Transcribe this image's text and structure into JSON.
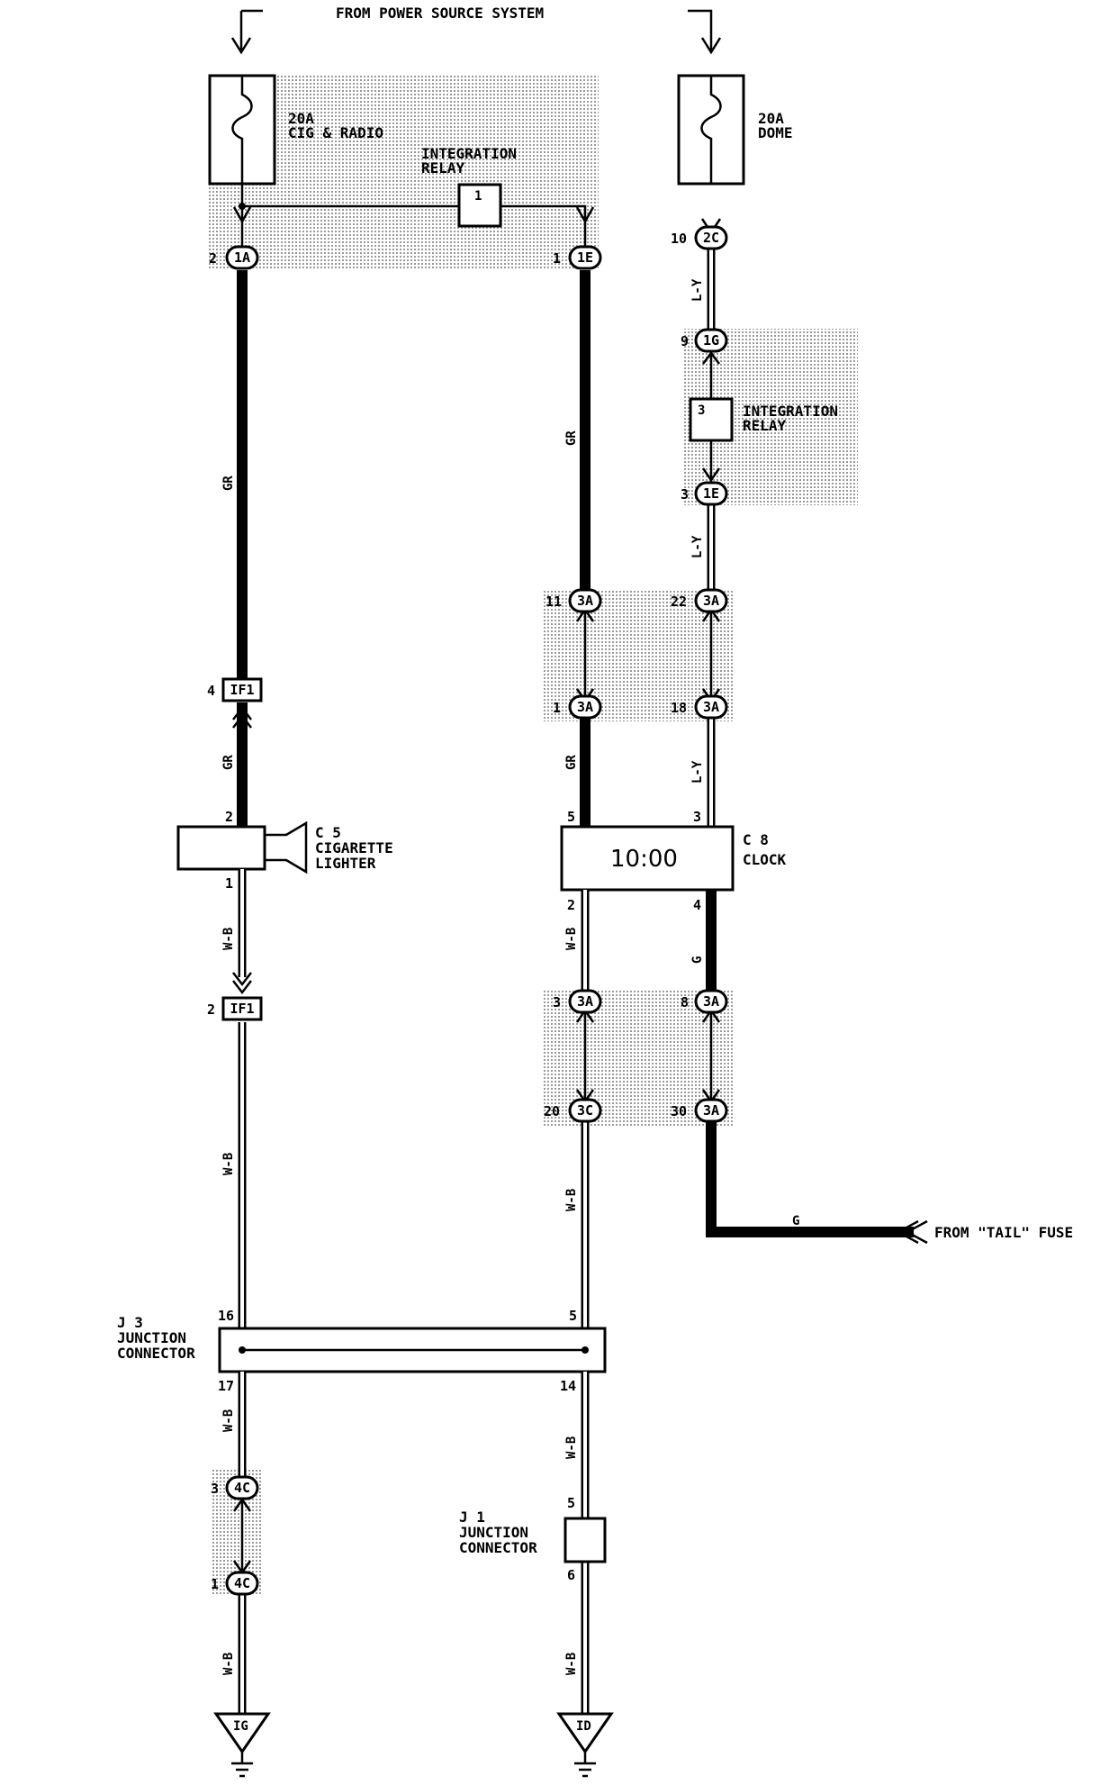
{
  "source_label": "FROM POWER SOURCE SYSTEM",
  "fuses": [
    {
      "id": "fuse-cig-radio",
      "label_line1": "20A",
      "label_line2": "CIG & RADIO"
    },
    {
      "id": "fuse-dome",
      "label_line1": "20A",
      "label_line2": "DOME"
    }
  ],
  "relays": [
    {
      "id": "integration-relay-1",
      "label_line1": "INTEGRATION",
      "label_line2": "RELAY",
      "pin": "1"
    },
    {
      "id": "integration-relay-2",
      "label_line1": "INTEGRATION",
      "label_line2": "RELAY",
      "pin": "3"
    }
  ],
  "connectors": {
    "c1": {
      "pin": "2",
      "code": "1A"
    },
    "c2": {
      "pin": "1",
      "code": "1E"
    },
    "c3": {
      "pin": "10",
      "code": "2C"
    },
    "c4": {
      "pin": "9",
      "code": "1G"
    },
    "c5": {
      "pin": "3",
      "code": "1E"
    },
    "c6": {
      "pin": "11",
      "code": "3A"
    },
    "c7": {
      "pin": "22",
      "code": "3A"
    },
    "c8": {
      "pin": "1",
      "code": "3A"
    },
    "c9": {
      "pin": "18",
      "code": "3A"
    },
    "c10": {
      "pin": "4",
      "code": "IF1"
    },
    "c11": {
      "pin": "2",
      "code": "IF1"
    },
    "c12": {
      "pin": "3",
      "code": "3A"
    },
    "c13": {
      "pin": "8",
      "code": "3A"
    },
    "c14": {
      "pin": "20",
      "code": "3C"
    },
    "c15": {
      "pin": "30",
      "code": "3A"
    },
    "c16": {
      "pin": "3",
      "code": "4C"
    },
    "c17": {
      "pin": "1",
      "code": "4C"
    }
  },
  "wire_colors": {
    "w1": "GR",
    "w2": "GR",
    "w3": "L-Y",
    "w4": "L-Y",
    "w5": "GR",
    "w6": "GR",
    "w7": "L-Y",
    "w8": "W-B",
    "w9": "W-B",
    "w10": "W-B",
    "w11": "G",
    "w12": "W-B",
    "w13": "W-B",
    "w14": "W-B",
    "w15": "W-B",
    "w16": "W-B",
    "w17": "G"
  },
  "components": {
    "cigarette_lighter": {
      "ref": "C 5",
      "name_line1": "CIGARETTE",
      "name_line2": "LIGHTER",
      "pin_top": "2",
      "pin_bottom": "1"
    },
    "clock": {
      "ref": "C 8",
      "name": "CLOCK",
      "display": "10:00",
      "pin_top_left": "5",
      "pin_top_right": "3",
      "pin_bottom_left": "2",
      "pin_bottom_right": "4"
    },
    "j3": {
      "ref": "J 3",
      "name_line1": "JUNCTION",
      "name_line2": "CONNECTOR",
      "pin_tl": "16",
      "pin_tr": "5",
      "pin_bl": "17",
      "pin_br": "14"
    },
    "j1": {
      "ref": "J 1",
      "name_line1": "JUNCTION",
      "name_line2": "CONNECTOR",
      "pin_top": "5",
      "pin_bottom": "6"
    }
  },
  "tail_label": "FROM \"TAIL\" FUSE",
  "grounds": [
    {
      "id": "ground-ig",
      "code": "IG"
    },
    {
      "id": "ground-id",
      "code": "ID"
    }
  ],
  "colors": {
    "ink": "#000000",
    "paper": "#ffffff",
    "shade": "#b8b8b8"
  }
}
